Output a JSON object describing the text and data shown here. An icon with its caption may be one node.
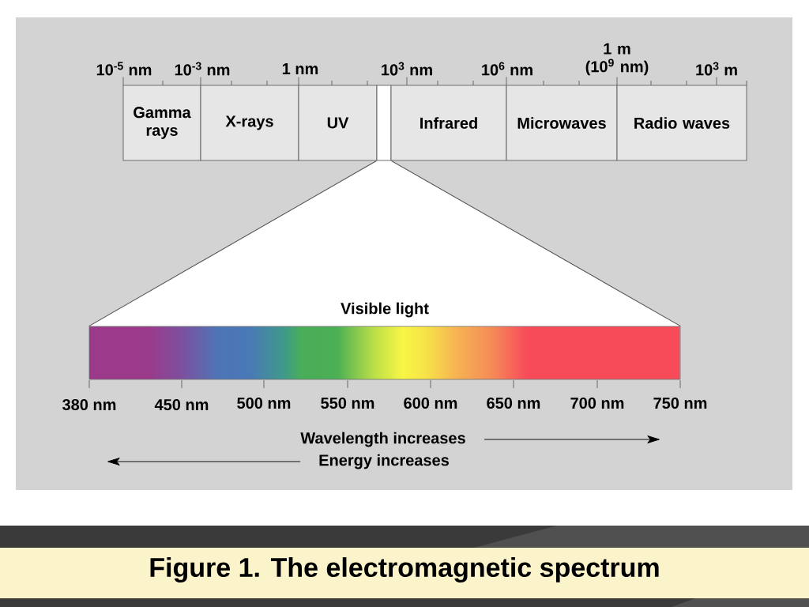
{
  "diagram": {
    "caption": "Figure 1. The electromagnetic spectrum",
    "nodes": [
      {
        "text": [
          "Gamma rays"
        ]
      },
      {
        "text": [
          "X-rays"
        ]
      },
      {
        "text": [
          "UV"
        ]
      },
      {
        "text": [],
        "shape": "box"
      },
      {
        "text": [
          "Infrared"
        ]
      },
      {
        "text": [
          "Microwaves"
        ]
      },
      {
        "text": [
          "Radio waves"
        ]
      },
      {
        "text": [
          "Visible light"
        ]
      }
    ],
    "edges": [
      {
        "from": 3,
        "to": 7,
        "arrow": "none"
      }
    ],
    "labels": [
      "10$^{-5}$ nm",
      "10$^{-3}$ nm",
      "1 nm",
      "10$^{3}$ nm",
      "10$^{6}$ nm",
      "1 m (10$^{9}$ nm)",
      "10$^{3}$ m",
      "380 nm",
      "450 nm",
      "500 nm",
      "550 nm",
      "600 nm",
      "650 nm",
      "700 nm",
      "750 nm",
      "Wavelength increases",
      "Energy increases"
    ]
  }
}
